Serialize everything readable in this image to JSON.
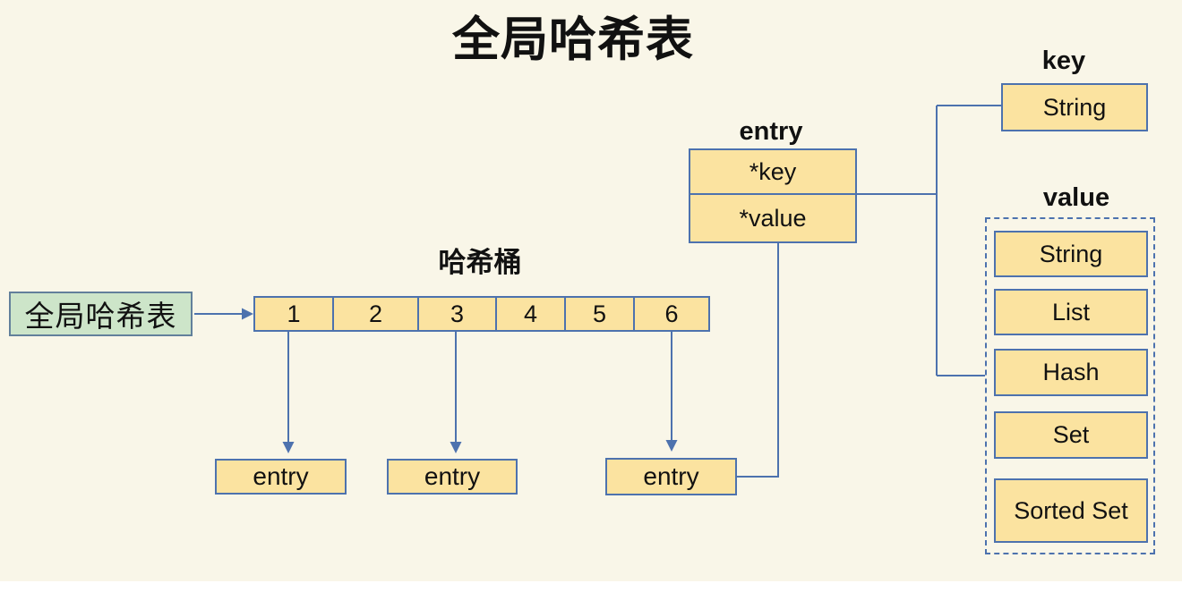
{
  "title": "全局哈希表",
  "colors": {
    "background": "#f9f6e8",
    "box_fill": "#fbe3a0",
    "box_border": "#4d72ae",
    "green_fill": "#cde5c9",
    "green_border": "#62809b",
    "connector_line": "#4d72ae",
    "text": "#111111"
  },
  "global_table": {
    "label": "全局哈希表"
  },
  "hash_bucket": {
    "label": "哈希桶",
    "cells": [
      "1",
      "2",
      "3",
      "4",
      "5",
      "6"
    ]
  },
  "bucket_entries": [
    "entry",
    "entry",
    "entry"
  ],
  "entry_struct": {
    "label": "entry",
    "fields": [
      "*key",
      "*value"
    ]
  },
  "key_section": {
    "label": "key",
    "type": "String"
  },
  "value_section": {
    "label": "value",
    "types": [
      "String",
      "List",
      "Hash",
      "Set",
      "Sorted Set"
    ]
  }
}
